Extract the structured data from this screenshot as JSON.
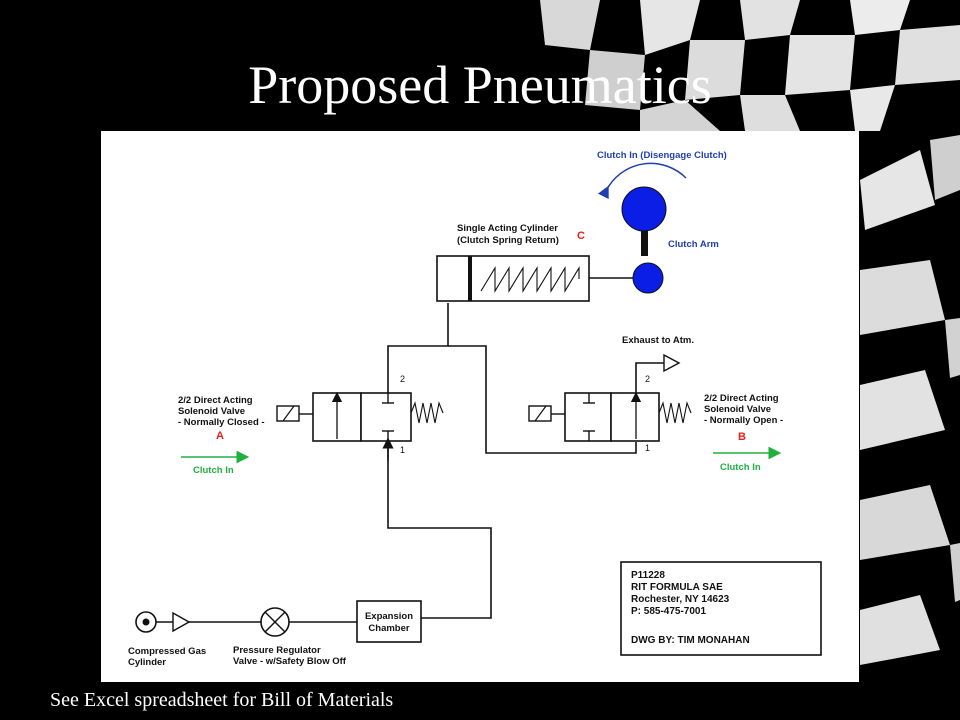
{
  "slide": {
    "title": "Proposed Pneumatics",
    "footnote": "See Excel spreadsheet for Bill of Materials"
  },
  "colors": {
    "background": "#000000",
    "checker_light": "#e9e9e9",
    "line": "#111111",
    "clutch_blue": "#0a1ee6",
    "label_blue": "#1f3fb0",
    "label_red": "#e8201c",
    "flow_green": "#20b040"
  },
  "diagram": {
    "cylinder": {
      "title_line1": "Single Acting Cylinder",
      "title_line2": "(Clutch Spring Return)",
      "tag": "C"
    },
    "clutch": {
      "rotation_label": "Clutch In (Disengage Clutch)",
      "arm_label": "Clutch Arm"
    },
    "valve_a": {
      "line1": "2/2 Direct Acting",
      "line2": "Solenoid Valve",
      "line3": "- Normally Closed -",
      "tag": "A",
      "flow_label": "Clutch In",
      "port_top": "2",
      "port_bottom": "1"
    },
    "valve_b": {
      "line1": "2/2 Direct Acting",
      "line2": "Solenoid Valve",
      "line3": "- Normally Open -",
      "tag": "B",
      "flow_label": "Clutch In",
      "port_top": "2",
      "port_bottom": "1",
      "exhaust_label": "Exhaust to Atm."
    },
    "source": {
      "line1": "Compressed Gas",
      "line2": "Cylinder"
    },
    "regulator": {
      "line1": "Pressure Regulator",
      "line2": "Valve - w/Safety Blow Off"
    },
    "chamber": {
      "line1": "Expansion",
      "line2": "Chamber"
    },
    "title_block": {
      "line1": "P11228",
      "line2": "RIT FORMULA SAE",
      "line3": "Rochester, NY 14623",
      "line4": "P: 585-475-7001",
      "drawn_by": "DWG BY: TIM MONAHAN"
    }
  }
}
